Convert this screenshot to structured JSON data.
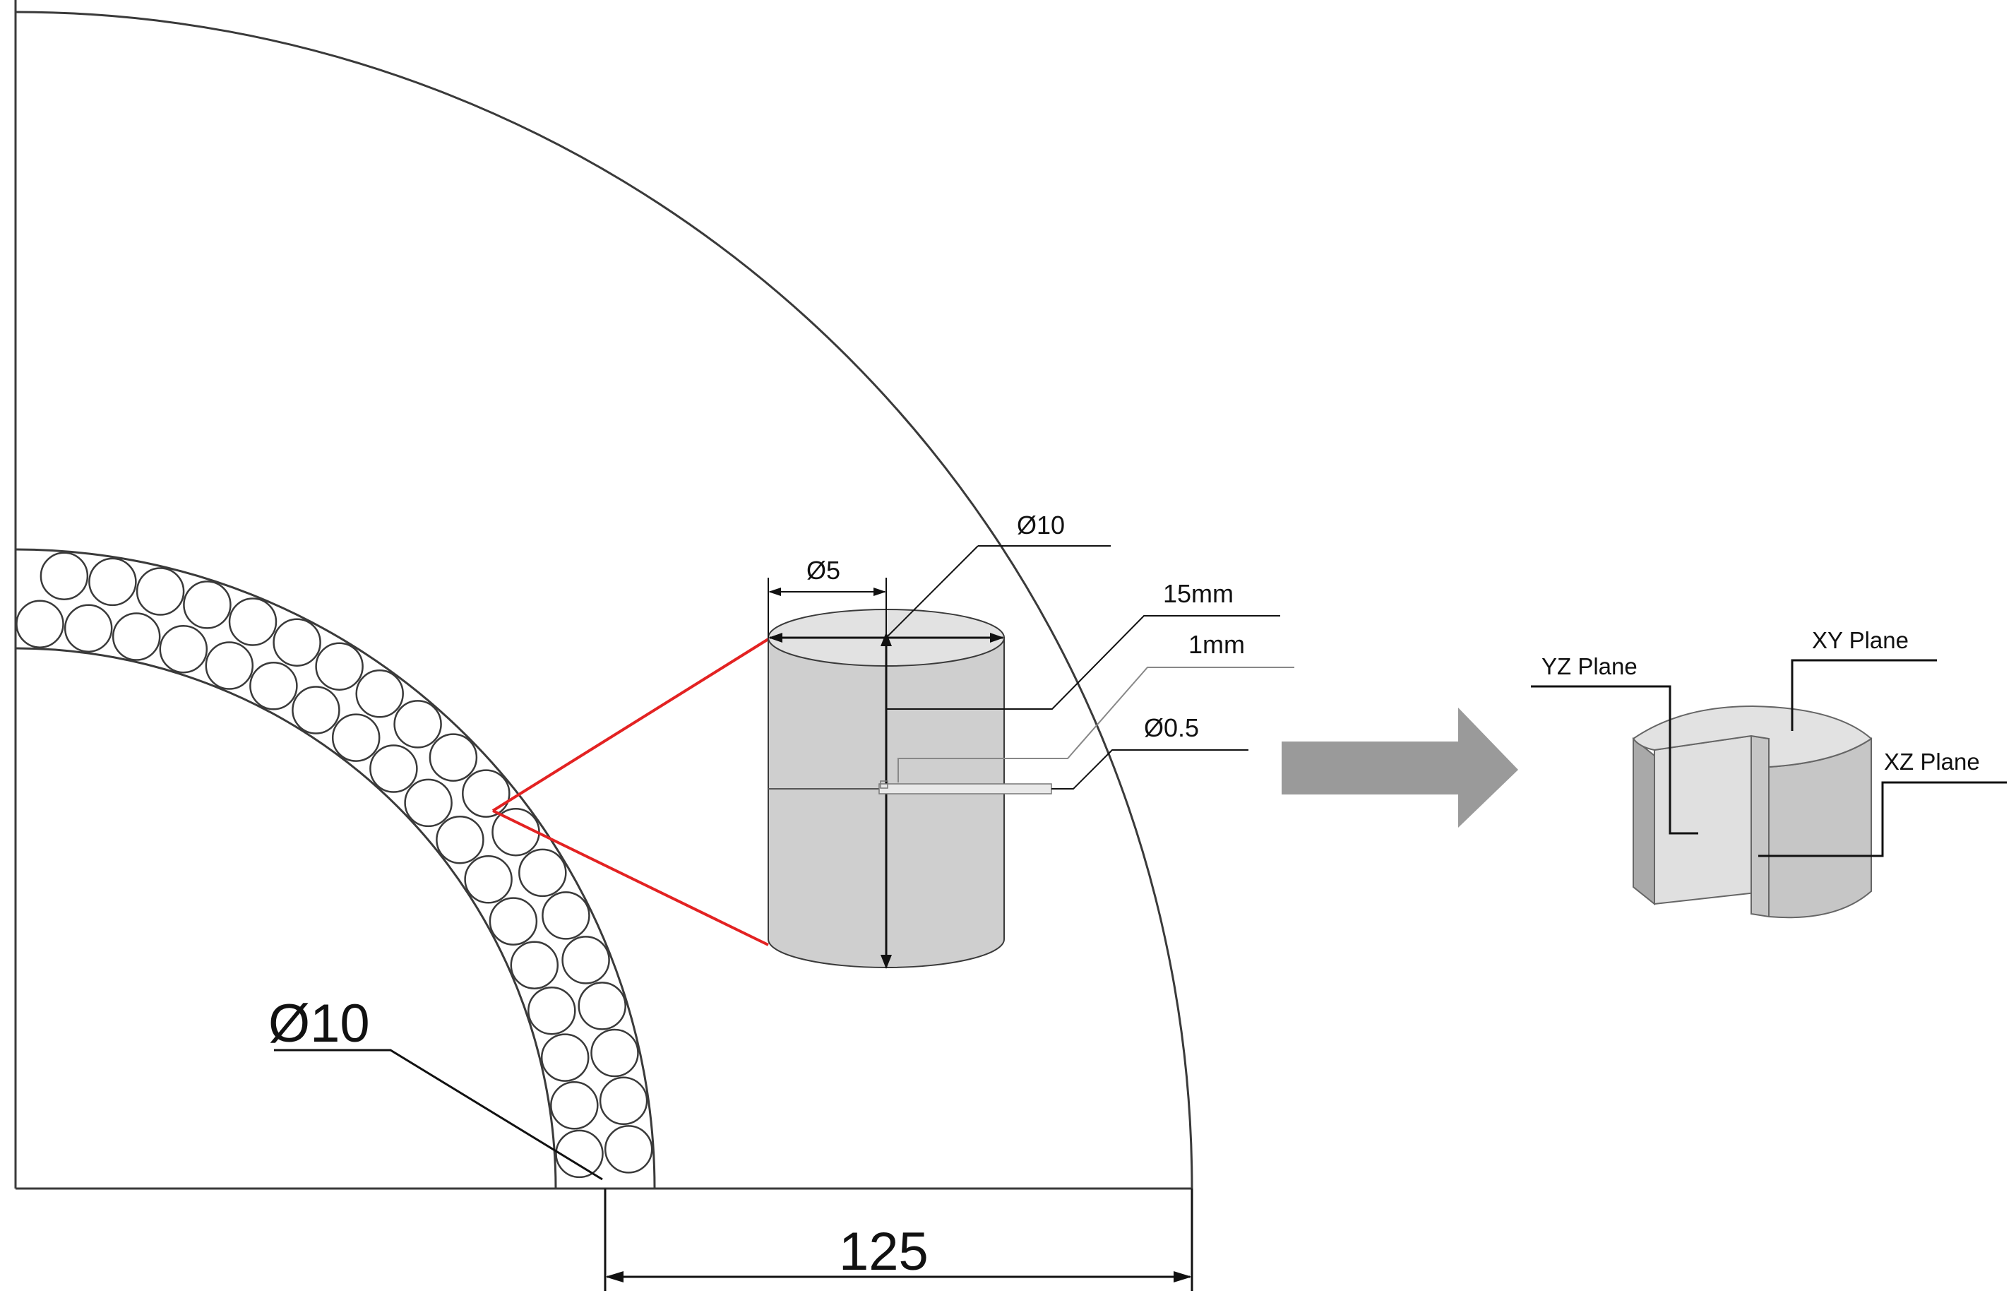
{
  "labels": {
    "small_ball_diameter": "Ø10",
    "radius_dimension": "125",
    "cylinder_width": "Ø5",
    "cylinder_diameter": "Ø10",
    "cylinder_height": "15mm",
    "thermocouple_depth": "1mm",
    "thermocouple_diameter": "Ø0.5",
    "yz_plane": "YZ Plane",
    "xy_plane": "XY Plane",
    "xz_plane": "XZ Plane"
  },
  "balls": {
    "row_count": 2
  },
  "colors": {
    "outline": "#3a3a3a",
    "cylinder_fill": "#cfcfcf",
    "cylinder_top": "#e2e2e2",
    "callout": "#e32222",
    "arrow": "#9a9a9a",
    "plane_light": "#e0e0e0",
    "plane_mid": "#c6c6c6",
    "plane_dark": "#a9a9a9"
  }
}
